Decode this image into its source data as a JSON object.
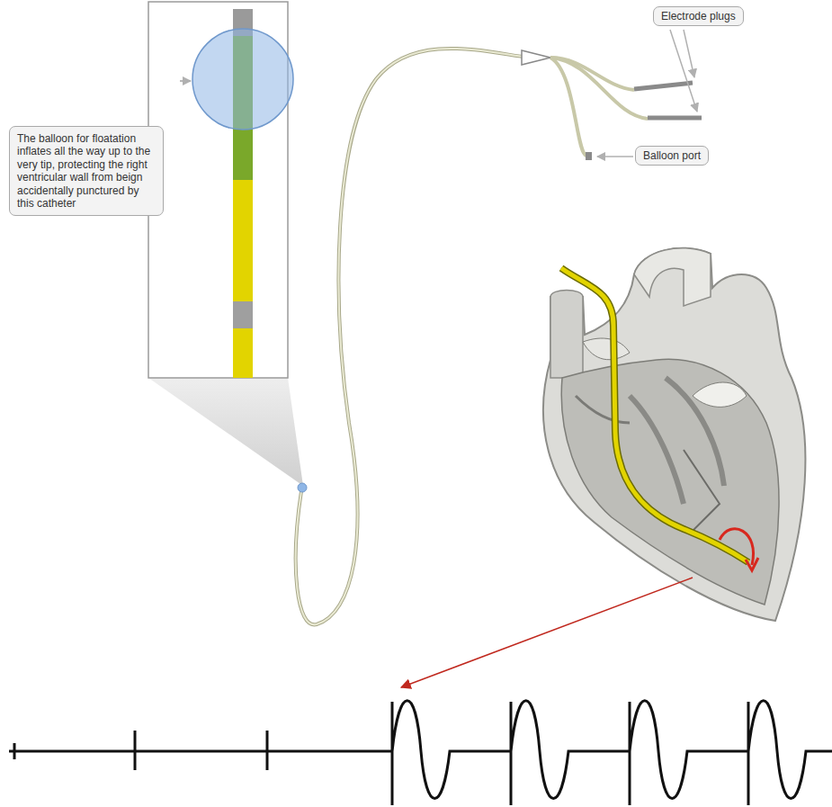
{
  "diagram": {
    "nodes": [
      {
        "text": [
          "The balloon for floatation inflates all the way up to the very tip, protecting the right ventricular wall from beign accidentally punctured by this catheter"
        ]
      },
      {
        "text": [
          "Electrode plugs"
        ]
      },
      {
        "text": [
          "Balloon port"
        ]
      }
    ]
  }
}
